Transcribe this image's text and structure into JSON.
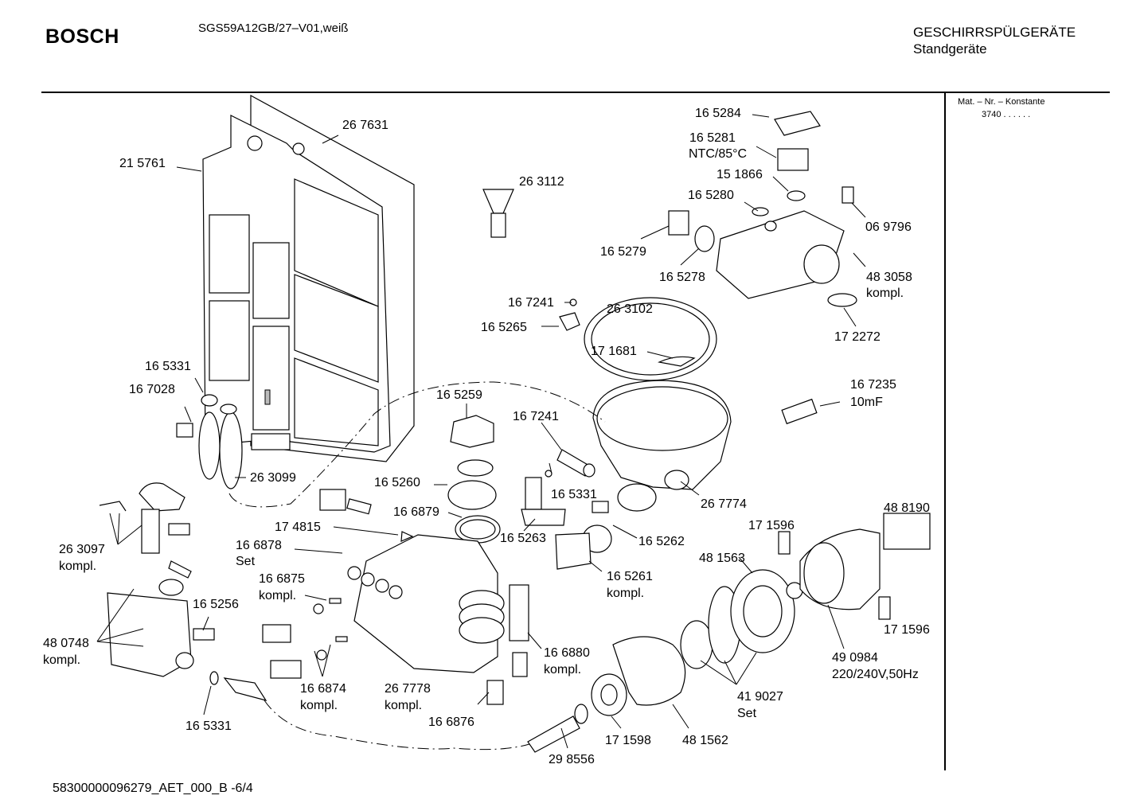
{
  "header": {
    "brand": "BOSCH",
    "model": "SGS59A12GB/27–V01,weiß",
    "category_line1": "GESCHIRRSPÜLGERÄTE",
    "category_line2": "Standgeräte"
  },
  "sidebar": {
    "title": "Mat. – Nr. – Konstante",
    "value": "3740  .  .   .  .  .  ."
  },
  "labels": [
    "26 7631",
    "21 5761",
    "26 3112",
    "16 5284",
    "16 5281",
    "NTC/85°C",
    "15 1866",
    "16 5280",
    "06 9796",
    "16 5279",
    "16 5278",
    "48 3058",
    "kompl.",
    "17 2272",
    "16 7241",
    "26 3102",
    "16 5265",
    "17 1681",
    "16 7235",
    "10mF",
    "16 5331",
    "16 7028",
    "16 5259",
    "16 7241",
    "26 3099",
    "16 5260",
    "16 5331",
    "26 7774",
    "16 6879",
    "48 8190",
    "17 4815",
    "16 5263",
    "16 5262",
    "17 1596",
    "26 3097",
    "kompl.",
    "16 6878",
    "Set",
    "48 1563",
    "16 5261",
    "kompl.",
    "16 6875",
    "kompl.",
    "16 5256",
    "17 1596",
    "48 0748",
    "kompl.",
    "16 6880",
    "kompl.",
    "49 0984",
    "220/240V,50Hz",
    "41 9027",
    "Set",
    "16 6874",
    "kompl.",
    "26 7778",
    "kompl.",
    "16 6876",
    "16 5331",
    "17 1598",
    "48 1562",
    "29 8556"
  ],
  "footer": {
    "code": "58300000096279_AET_000_B  -6/4"
  }
}
